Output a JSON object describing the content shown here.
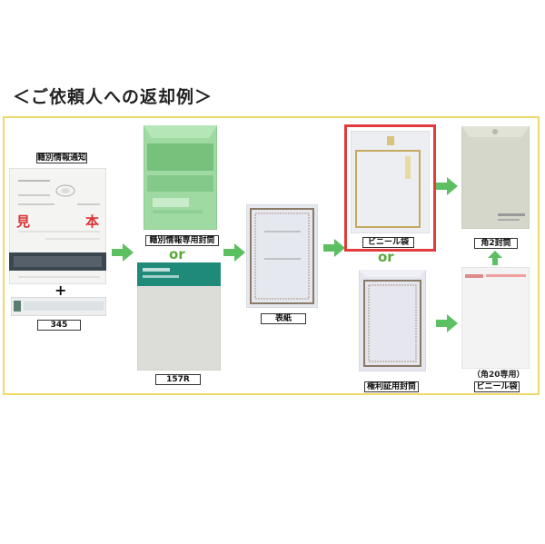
{
  "title": "＜ご依頼人への返却例＞",
  "labels": {
    "notice": "籍別情報通知",
    "code345": "345",
    "green_envelope": "籍別情報専用封筒",
    "code157r": "157R",
    "cover": "表紙",
    "vinyl_bag": "ビニール袋",
    "rights_envelope": "権利証用封筒",
    "kaku2_envelope": "角2封筒",
    "vinyl_bag_bottom": "ビニール袋",
    "kaku20_note": "（角20専用）"
  },
  "or_text": "or",
  "plus_text": "+",
  "document_stamps": {
    "mi": "見",
    "hon": "本"
  },
  "colors": {
    "frame": "#f0d96b",
    "arrow": "#5cc062",
    "highlight": "#e03c3c",
    "or_text": "#5aa93b"
  }
}
